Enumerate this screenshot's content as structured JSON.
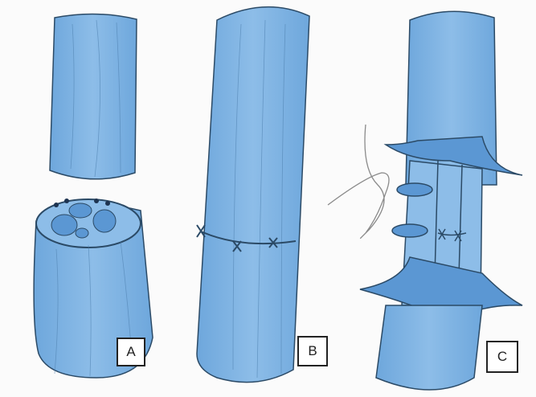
{
  "figure": {
    "description": "Nerve repair illustration: A transected nerve with fascicles, B epineurial suture repair, C fascicular/perineurial repair",
    "colors": {
      "nerve_fill": "#7fb3e3",
      "nerve_dark": "#5b97d3",
      "outline": "#2b4a66",
      "suture": "#8a8a8a",
      "background": "#fbfbfb"
    },
    "panels": [
      {
        "id": "A",
        "label": "A"
      },
      {
        "id": "B",
        "label": "B"
      },
      {
        "id": "C",
        "label": "C"
      }
    ]
  }
}
